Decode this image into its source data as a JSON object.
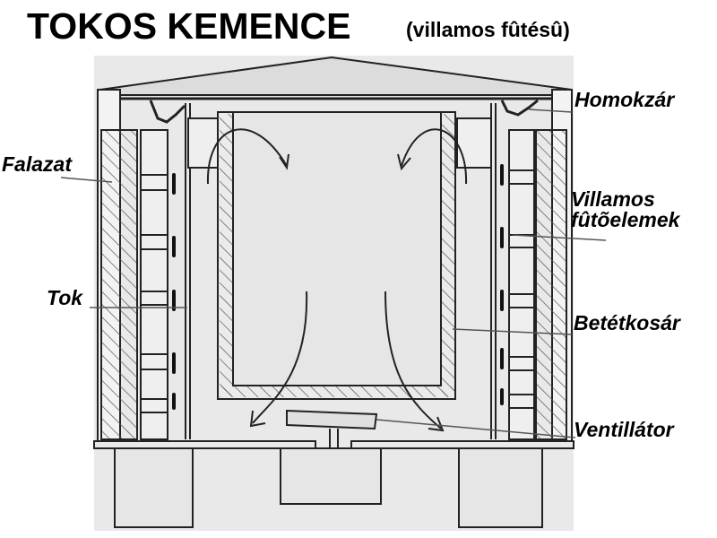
{
  "title": "TOKOS KEMENCE",
  "subtitle": "(villamos fûtésû)",
  "labels": {
    "homokzar": "Homokzár",
    "falazat": "Falazat",
    "villamos_line1": "Villamos",
    "villamos_line2": "fûtõelemek",
    "tok": "Tok",
    "betetkosar": "Betétkosár",
    "ventillator": "Ventillátor"
  }
}
